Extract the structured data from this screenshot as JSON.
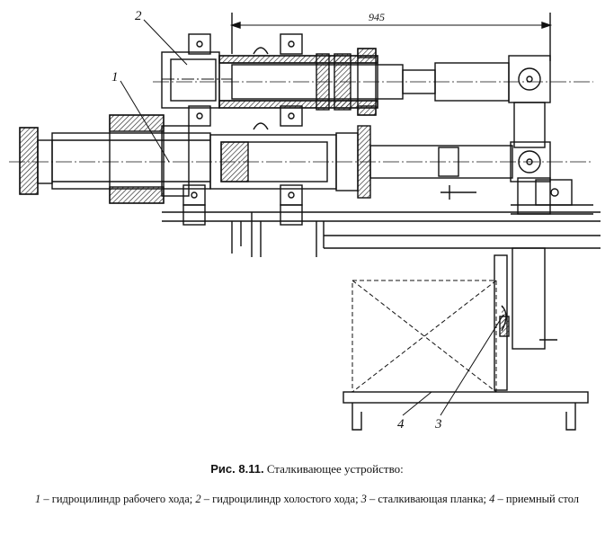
{
  "figure": {
    "dimension_label": "945",
    "callouts": [
      "1",
      "2",
      "3",
      "4"
    ]
  },
  "caption": {
    "number": "Рис. 8.11.",
    "title": "Сталкивающее устройство:",
    "legend": [
      {
        "num": "1",
        "text": "гидроцилиндр рабочего хода;"
      },
      {
        "num": "2",
        "text": "гидроцилиндр холостого хода;"
      },
      {
        "num": "3",
        "text": "сталкивающая планка;"
      },
      {
        "num": "4",
        "text": "приемный стол"
      }
    ],
    "dash": "–"
  }
}
